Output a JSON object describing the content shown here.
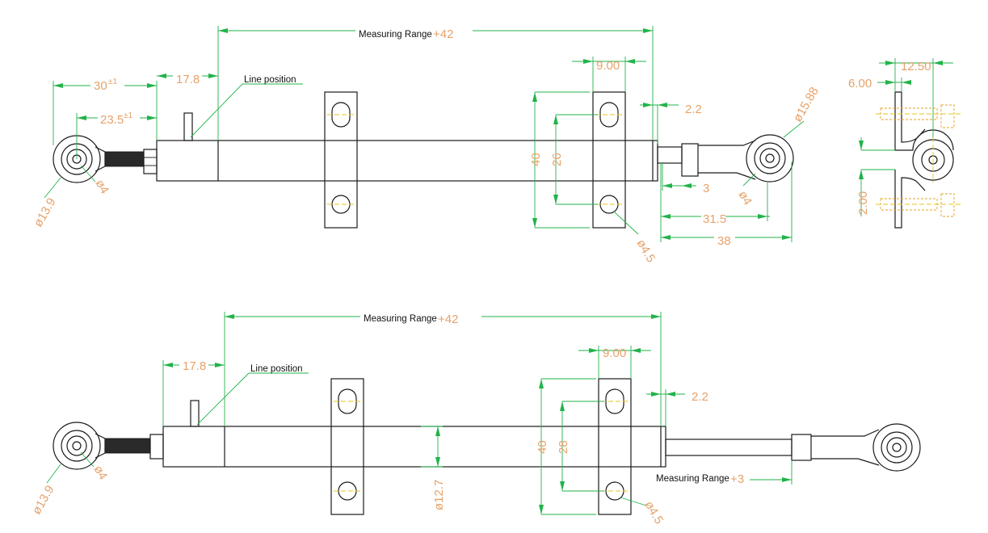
{
  "colors": {
    "object": "#1a1a1a",
    "dimension": "#22b34a",
    "dim_text": "#e6a26a",
    "centerline": "#e8c31a"
  },
  "top_view": {
    "measuring_range_label": "Measuring Range",
    "measuring_range_add": "+42",
    "dim_30": "30",
    "tol_30": "±1",
    "dim_17_8": "17.8",
    "line_position": "Line position",
    "dim_23_5": "23.5",
    "tol_23_5": "±1",
    "dim_9_00": "9.00",
    "dim_2_2": "2.2",
    "dim_15_88": "ø15.88",
    "dim_40": "40",
    "dim_26": "26",
    "dim_3": "3",
    "dim_phi4_right": "ø4",
    "dim_31_5": "31.5",
    "dim_38": "38",
    "dim_phi4_5": "ø4.5",
    "dim_phi13_9": "ø13.9",
    "dim_phi4_left": "ø4"
  },
  "side_view": {
    "dim_12_50": "12.50",
    "dim_6_00": "6.00",
    "dim_2_00": "2.00"
  },
  "bottom_view": {
    "measuring_range_label": "Measuring Range",
    "measuring_range_add": "+42",
    "dim_17_8": "17.8",
    "line_position": "Line position",
    "dim_9_00": "9.00",
    "dim_2_2": "2.2",
    "dim_40": "40",
    "dim_28": "28",
    "dim_phi12_7": "ø12.7",
    "dim_phi4_5": "ø4.5",
    "stroke_label": "Measuring Range",
    "stroke_add": "+3",
    "dim_phi13_9": "ø13.9",
    "dim_phi4": "ø4"
  }
}
